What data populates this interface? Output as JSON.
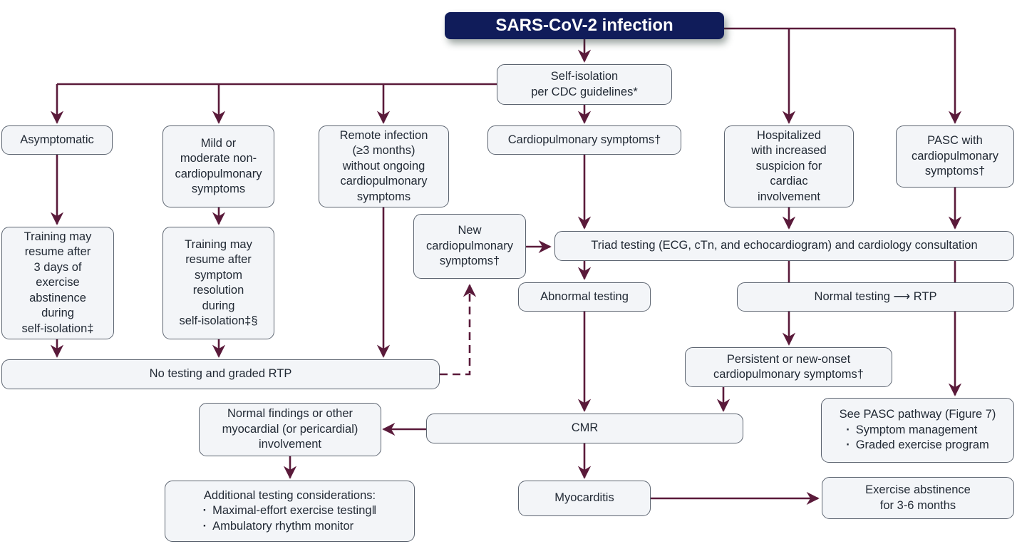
{
  "colors": {
    "connector": "#5a1a3a",
    "root_fill": "#101c5a",
    "box_fill": "#f3f5f8",
    "box_border": "#5c6470"
  },
  "nodes": {
    "root": [
      "SARS-CoV-2 infection"
    ],
    "self_isolation": [
      "Self-isolation",
      "per CDC guidelines*"
    ],
    "asymptomatic": [
      "Asymptomatic"
    ],
    "mild_moderate": [
      "Mild or",
      "moderate non-",
      "cardiopulmonary",
      "symptoms"
    ],
    "remote_infection": [
      "Remote infection",
      "(≥3 months)",
      "without ongoing",
      "cardiopulmonary",
      "symptoms"
    ],
    "cardiopulmonary_symptoms": [
      "Cardiopulmonary symptoms†"
    ],
    "hospitalized": [
      "Hospitalized",
      "with increased",
      "suspicion for",
      "cardiac",
      "involvement"
    ],
    "pasc": [
      "PASC with",
      "cardiopulmonary",
      "symptoms†"
    ],
    "training_3days": [
      "Training may",
      "resume after",
      "3 days of",
      "exercise",
      "abstinence",
      "during",
      "self-isolation‡"
    ],
    "training_symptom": [
      "Training may",
      "resume after",
      "symptom",
      "resolution",
      "during",
      "self-isolation‡§"
    ],
    "new_cardiopulmonary": [
      "New",
      "cardiopulmonary",
      "symptoms†"
    ],
    "triad_testing": [
      "Triad testing (ECG, cTn, and echocardiogram) and cardiology consultation"
    ],
    "abnormal_testing": [
      "Abnormal testing"
    ],
    "normal_testing": [
      "Normal testing ⟶ RTP"
    ],
    "no_testing": [
      "No testing and graded RTP"
    ],
    "persistent_symptoms": [
      "Persistent or new-onset",
      "cardiopulmonary symptoms†"
    ],
    "normal_findings": [
      "Normal findings or other",
      "myocardial (or pericardial)",
      "involvement"
    ],
    "cmr": [
      "CMR"
    ],
    "pasc_pathway": {
      "title": "See PASC pathway (Figure 7)",
      "bullets": [
        "Symptom management",
        "Graded exercise program"
      ]
    },
    "additional_testing": {
      "title": "Additional testing considerations:",
      "bullets": [
        "Maximal-effort exercise testing‖",
        "Ambulatory rhythm monitor"
      ]
    },
    "myocarditis": [
      "Myocarditis"
    ],
    "exercise_abstinence": [
      "Exercise abstinence",
      "for 3-6 months"
    ]
  }
}
